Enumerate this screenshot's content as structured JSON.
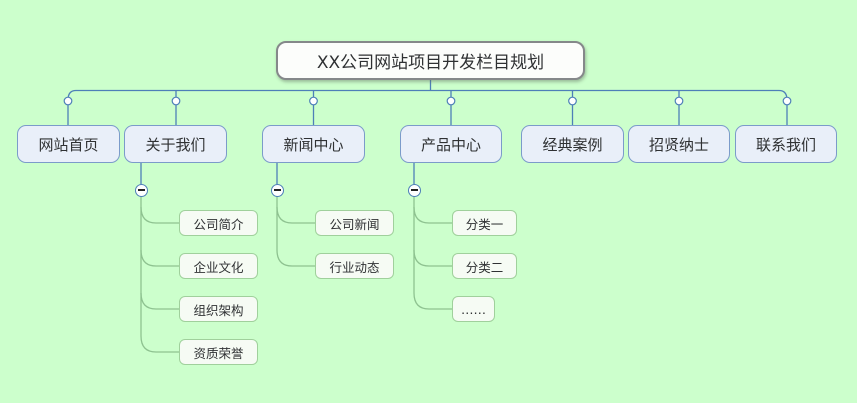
{
  "diagram": {
    "kind": "mind-map",
    "root": {
      "label": "XX公司网站项目开发栏目规划"
    },
    "branches": [
      {
        "label": "网站首页",
        "children": []
      },
      {
        "label": "关于我们",
        "children": [
          "公司简介",
          "企业文化",
          "组织架构",
          "资质荣誉"
        ]
      },
      {
        "label": "新闻中心",
        "children": [
          "公司新闻",
          "行业动态"
        ]
      },
      {
        "label": "产品中心",
        "children": [
          "分类一",
          "分类二",
          "……"
        ]
      },
      {
        "label": "经典案例",
        "children": []
      },
      {
        "label": "招贤纳士",
        "children": []
      },
      {
        "label": "联系我们",
        "children": []
      }
    ],
    "icons": {
      "collapse": "minus-circle-icon",
      "junction": "small-dot-icon"
    },
    "colors": {
      "background": "#ccffcc",
      "level1_line": "#4d7fb8",
      "level2_line": "#8ec290",
      "root_fill": "#fcfdfb",
      "root_border": "#85888a",
      "branch_fill": "#e9eff9",
      "branch_border": "#7b9bca",
      "leaf_fill": "#f6fbf4",
      "leaf_border": "#a0d09c"
    }
  }
}
